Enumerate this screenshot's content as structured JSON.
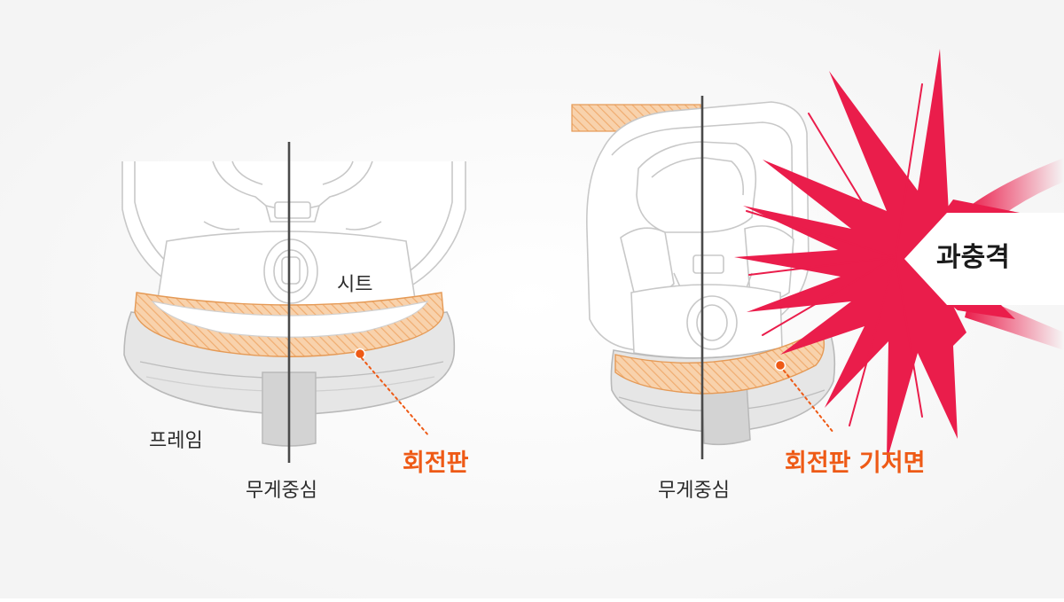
{
  "colors": {
    "line": "#c8c8c8",
    "frame_fill": "#e6e6e6",
    "frame_dark": "#d3d3d3",
    "plate_fill": "#f6c79a",
    "plate_hatch": "#f0b27a",
    "accent_orange": "#ee5a16",
    "impact_red": "#ea1d4b",
    "axis": "#4a4a4a"
  },
  "left_figure": {
    "seat_label": "시트",
    "frame_label": "프레임",
    "plate_label": "회전판",
    "cog_label": "무게중심"
  },
  "right_figure": {
    "plate_base_label": "회전판 기저면",
    "cog_label": "무게중심",
    "impact_label": "과충격"
  }
}
